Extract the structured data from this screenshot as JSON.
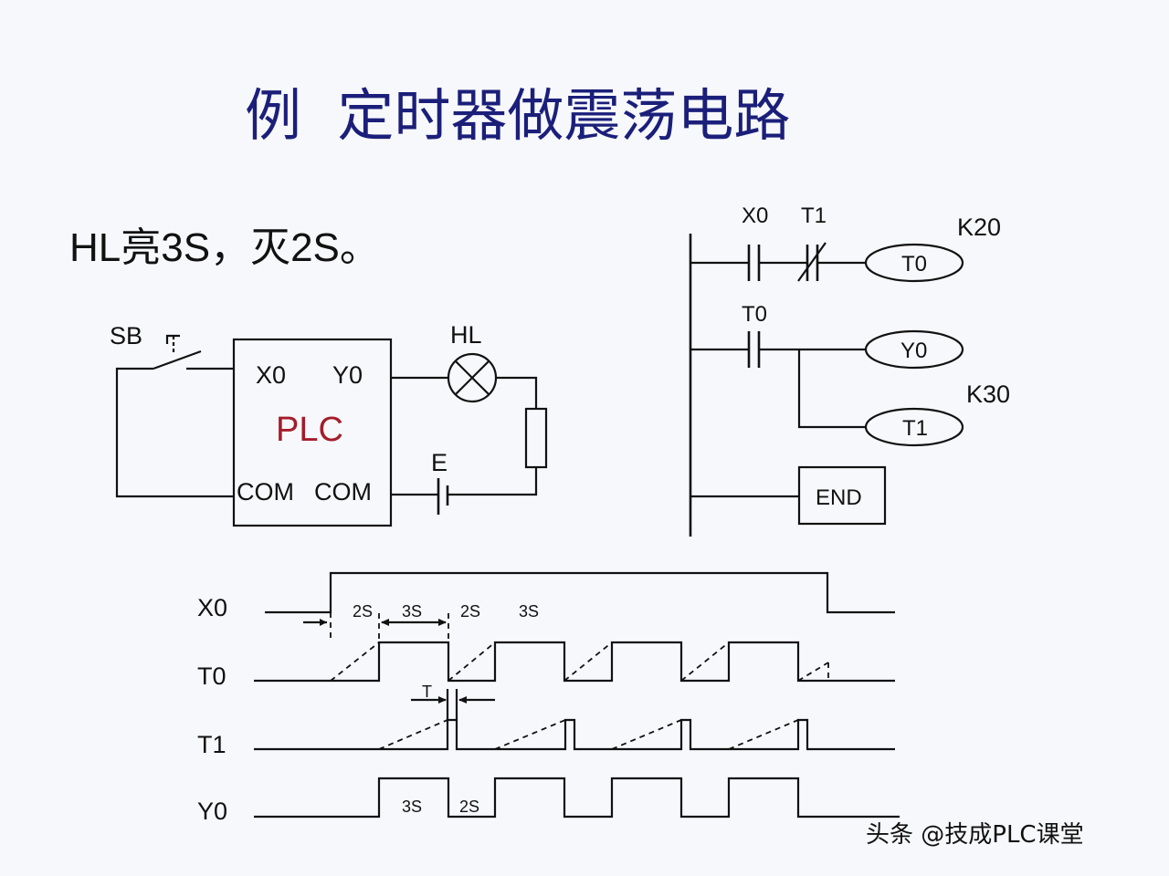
{
  "title": "例  定时器做震荡电路",
  "subtitle": "HL亮3S，灭2S。",
  "wiring": {
    "switch_label": "SB",
    "plc_label": "PLC",
    "input_label": "X0",
    "output_label": "Y0",
    "com1_label": "COM",
    "com2_label": "COM",
    "lamp_label": "HL",
    "battery_label": "E"
  },
  "ladder": {
    "rung1": {
      "contact1": "X0",
      "contact2": "T1",
      "coil": "T0",
      "preset": "K20"
    },
    "rung2": {
      "contact1": "T0",
      "coil1": "Y0",
      "coil2": "T1",
      "preset": "K30"
    },
    "rung3": {
      "instruction": "END"
    }
  },
  "timing": {
    "signals": [
      "X0",
      "T0",
      "T1",
      "Y0"
    ],
    "annotations": {
      "x0_2s": "2S",
      "x0_3s": "3S",
      "x0_2s_b": "2S",
      "x0_3s_b": "3S",
      "t1_T": "T",
      "y0_3s": "3S",
      "y0_2s": "2S"
    },
    "period_on_s": 3,
    "period_off_s": 2
  },
  "watermark": "头条 @技成PLC课堂"
}
